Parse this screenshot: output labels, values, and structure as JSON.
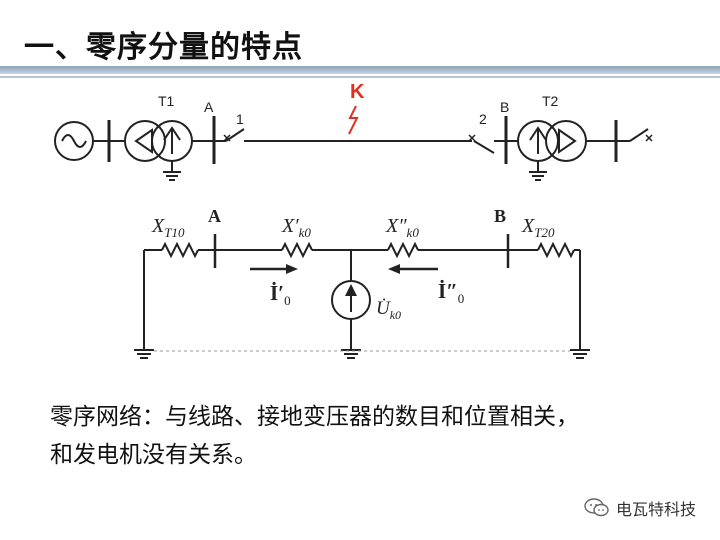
{
  "title": "一、零序分量的特点",
  "top_diagram": {
    "t1_label": "T1",
    "t2_label": "T2",
    "bus_a": "A",
    "bus_b": "B",
    "breaker_1": "1",
    "breaker_2": "2",
    "fault_label": "K"
  },
  "zero_seq_network": {
    "bus_a": "A",
    "bus_b": "B",
    "xt10": {
      "main": "X",
      "sub": "T10"
    },
    "xk0p": {
      "main": "X′",
      "sub": "k0"
    },
    "xk0pp": {
      "main": "X″",
      "sub": "k0"
    },
    "xt20": {
      "main": "X",
      "sub": "T20"
    },
    "i0p": {
      "main": "İ′",
      "sub": "0"
    },
    "i0pp": {
      "main": "İ″",
      "sub": "0"
    },
    "uk0": {
      "main": "U̇",
      "sub": "k0"
    }
  },
  "description": {
    "line1": "零序网络：与线路、接地变压器的数目和位置相关，",
    "line2": "和发电机没有关系。"
  },
  "watermark": "电瓦特科技",
  "colors": {
    "fault": "#e03020",
    "header_bar": "#8da2b8"
  }
}
